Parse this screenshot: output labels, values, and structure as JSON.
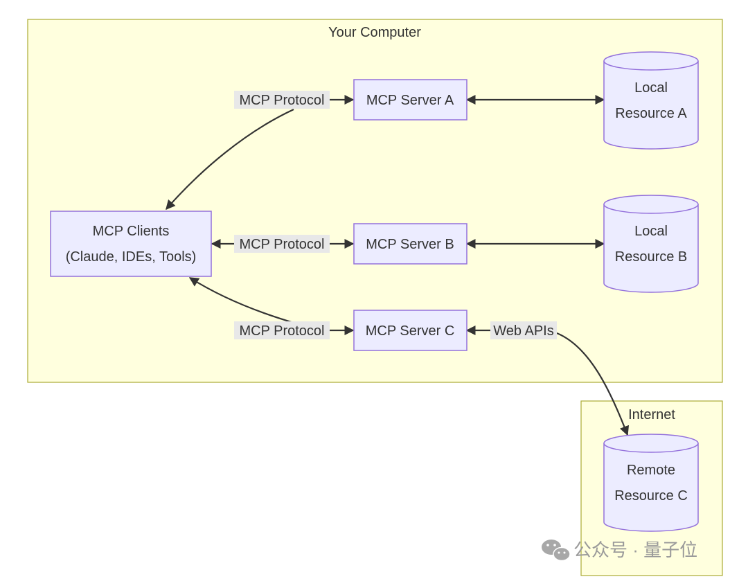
{
  "subgraphs": {
    "computer": {
      "title": "Your Computer"
    },
    "internet": {
      "title": "Internet"
    }
  },
  "nodes": {
    "clients": {
      "line1": "MCP Clients",
      "line2": "(Claude, IDEs, Tools)"
    },
    "server_a": {
      "label": "MCP Server A"
    },
    "server_b": {
      "label": "MCP Server B"
    },
    "server_c": {
      "label": "MCP Server C"
    },
    "resource_a": {
      "line1": "Local",
      "line2": "Resource A"
    },
    "resource_b": {
      "line1": "Local",
      "line2": "Resource B"
    },
    "resource_c": {
      "line1": "Remote",
      "line2": "Resource C"
    }
  },
  "edges": {
    "protocol_a": "MCP Protocol",
    "protocol_b": "MCP Protocol",
    "protocol_c": "MCP Protocol",
    "web_apis": "Web APIs"
  },
  "watermark": {
    "text": "公众号 · 量子位",
    "icon": "wechat-icon"
  },
  "colors": {
    "cluster_fill": "#FFFFDE",
    "cluster_stroke": "#AAAA33",
    "node_fill": "#ECECFF",
    "node_stroke": "#9370DB",
    "edge": "#333333",
    "edge_label_bg": "#E8E8E8"
  }
}
